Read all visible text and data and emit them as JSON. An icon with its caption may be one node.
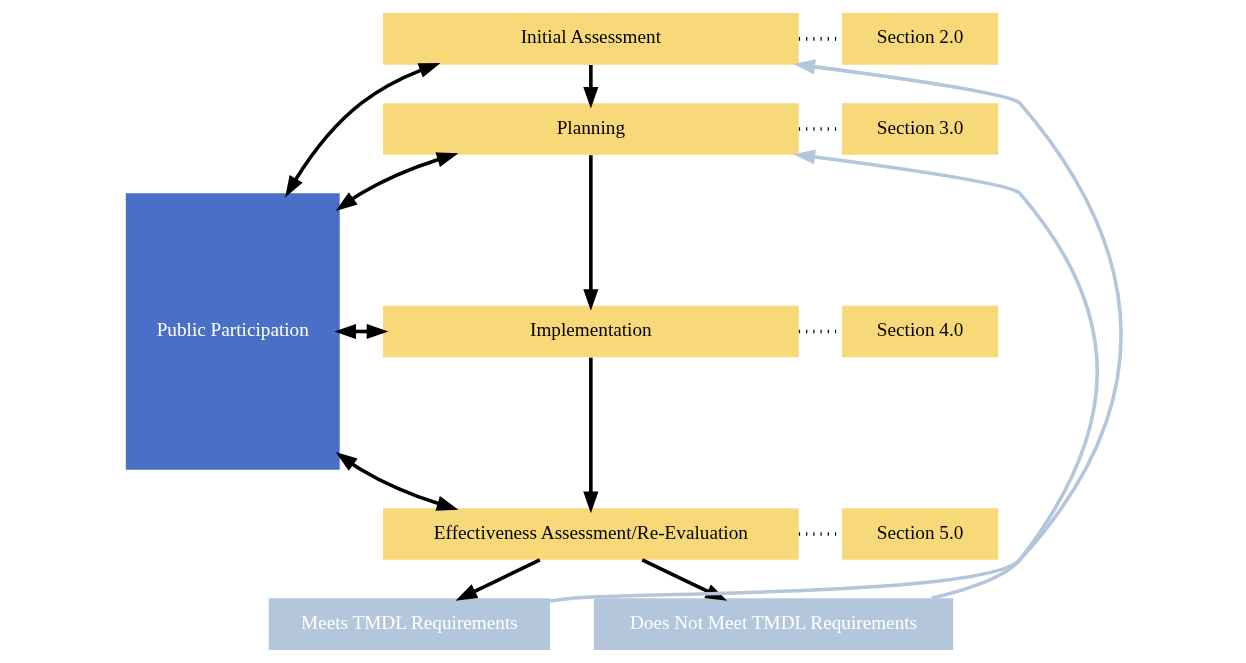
{
  "diagram": {
    "nodes": [
      {
        "text": [
          "Public Participation"
        ]
      },
      {
        "text": [
          "Initial Assessment"
        ]
      },
      {
        "text": [
          "Planning"
        ]
      },
      {
        "text": [
          "Implementation"
        ]
      },
      {
        "text": [
          "Effectiveness Assessment/Re-Evaluation"
        ]
      },
      {
        "text": [
          "Meets TMDL Requirements"
        ]
      },
      {
        "text": [
          "Does Not Meet TMDL Requirements"
        ]
      },
      {
        "text": [
          "Section 2.0"
        ]
      },
      {
        "text": [
          "Section 3.0"
        ]
      },
      {
        "text": [
          "Section 4.0"
        ]
      },
      {
        "text": [
          "Section 5.0"
        ]
      }
    ],
    "edges": [
      {
        "from": 0,
        "to": 1,
        "arrow": "both"
      },
      {
        "from": 0,
        "to": 2,
        "arrow": "both"
      },
      {
        "from": 0,
        "to": 3,
        "arrow": "both"
      },
      {
        "from": 0,
        "to": 4,
        "arrow": "both"
      },
      {
        "from": 1,
        "to": 2,
        "arrow": "to"
      },
      {
        "from": 2,
        "to": 3,
        "arrow": "to"
      },
      {
        "from": 3,
        "to": 4,
        "arrow": "to"
      },
      {
        "from": 4,
        "to": 5,
        "arrow": "to"
      },
      {
        "from": 4,
        "to": 6,
        "arrow": "to"
      },
      {
        "from": 5,
        "to": 1,
        "arrow": "to",
        "color": "#b3c6dc"
      },
      {
        "from": 6,
        "to": 2,
        "arrow": "to",
        "color": "#b3c6dc"
      },
      {
        "from": 1,
        "to": 7,
        "arrow": "none",
        "style": "dashed"
      },
      {
        "from": 2,
        "to": 8,
        "arrow": "none",
        "style": "dashed"
      },
      {
        "from": 3,
        "to": 9,
        "arrow": "none",
        "style": "dashed"
      },
      {
        "from": 4,
        "to": 10,
        "arrow": "none",
        "style": "dashed"
      }
    ]
  }
}
